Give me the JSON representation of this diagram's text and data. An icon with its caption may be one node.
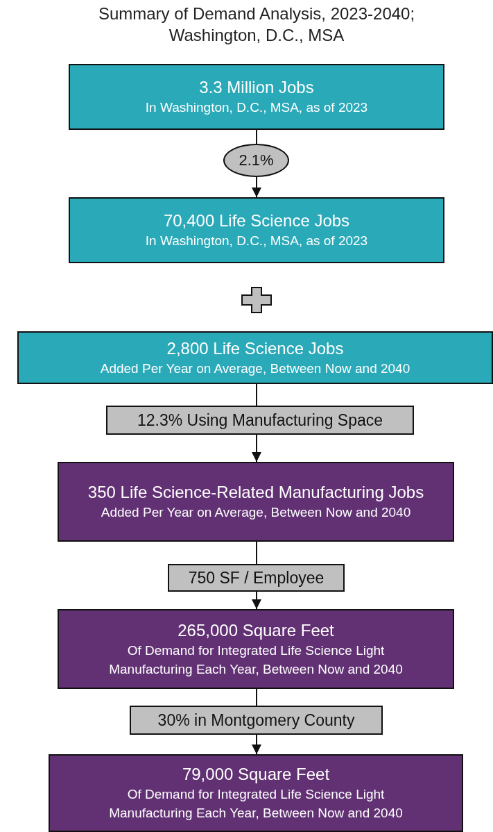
{
  "diagram": {
    "title": "Summary of Demand Analysis, 2023-2040; Washington, D.C., MSA",
    "nodes": [
      {
        "text": [
          "3.3 Million Jobs",
          "In Washington, D.C., MSA, as of 2023"
        ]
      },
      {
        "text": [
          "2.1%"
        ]
      },
      {
        "text": [
          "70,400 Life Science Jobs",
          "In Washington, D.C., MSA, as of 2023"
        ]
      },
      {
        "text": [
          "2,800 Life Science Jobs",
          "Added Per Year on Average, Between Now and 2040"
        ]
      },
      {
        "text": [
          "12.3% Using Manufacturing Space"
        ]
      },
      {
        "text": [
          "350 Life Science-Related Manufacturing Jobs",
          "Added Per Year on Average, Between Now and 2040"
        ]
      },
      {
        "text": [
          "750 SF / Employee"
        ]
      },
      {
        "text": [
          "265,000 Square Feet",
          "Of Demand for Integrated Life Science Light Manufacturing Each Year, Between Now and 2040"
        ]
      },
      {
        "text": [
          "30% in Montgomery County"
        ]
      },
      {
        "text": [
          "79,000 Square Feet",
          "Of Demand for Integrated Life Science Light Manufacturing Each Year, Between Now and 2040"
        ]
      }
    ],
    "edges": [
      {
        "from": 0,
        "to": 1,
        "arrow": "none"
      },
      {
        "from": 1,
        "to": 2,
        "arrow": "to"
      },
      {
        "from": 3,
        "to": 4,
        "arrow": "none"
      },
      {
        "from": 4,
        "to": 5,
        "arrow": "to"
      },
      {
        "from": 5,
        "to": 6,
        "arrow": "none"
      },
      {
        "from": 6,
        "to": 7,
        "arrow": "to"
      },
      {
        "from": 7,
        "to": 8,
        "arrow": "none"
      },
      {
        "from": 8,
        "to": 9,
        "arrow": "to"
      }
    ]
  }
}
